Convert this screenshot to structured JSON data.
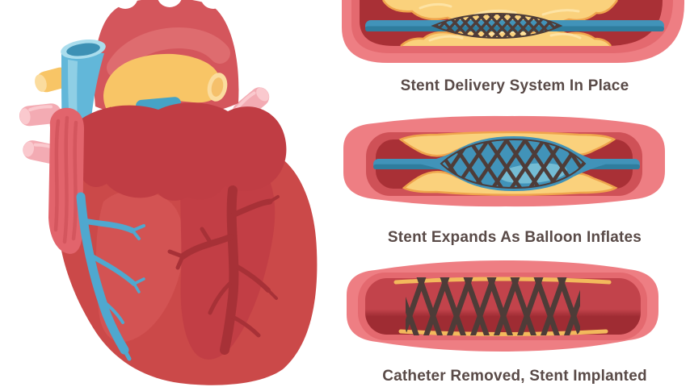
{
  "figure": {
    "type": "medical-infographic",
    "subject_left": "human heart illustration",
    "subject_right": "coronary artery stent placement stages"
  },
  "panels": [
    {
      "id": "stent-delivery",
      "caption": "Stent Delivery System In Place"
    },
    {
      "id": "stent-expands",
      "caption": "Stent Expands As Balloon Inflates"
    },
    {
      "id": "catheter-removed",
      "caption": "Catheter Removed, Stent Implanted"
    }
  ],
  "colors": {
    "background": "#ffffff",
    "captionColor": "#594a47",
    "arteryOuter": "#ee7e83",
    "arteryOuterDark": "#e4696f",
    "arteryWallRed": "#cf5157",
    "lumenDark": "#a93036",
    "lumenMid": "#c2434b",
    "lumenDeep": "#9f2c33",
    "plaque": "#fad17c",
    "plaqueLight": "#fde3a4",
    "plaqueOrange": "#efa44c",
    "plaqueDeep": "#f3b95c",
    "catheterBlue": "#4193b9",
    "catheterDark": "#2f7d9e",
    "balloonHighlight": "#74bcd4",
    "stentDark": "#4e3c38",
    "heartBody": "#cb4949",
    "heartBodyLight": "#d35353",
    "heartBodyShade": "#c23e45",
    "atriaDark": "#c03d44",
    "archRed": "#d4565c",
    "archLight": "#de6c6f",
    "appendage": "#e2646c",
    "appendageShade": "#d4565e",
    "veinDark": "#a73137",
    "veinBlue": "#4fa8cf",
    "svcBlue": "#62b7d9",
    "svcLight": "#8fcfe5",
    "svcRim": "#aadded",
    "svcInner": "#3d91b5",
    "yellow": "#f8c566",
    "yellowLight": "#fbdc9e",
    "yellowMid": "#f5c06b",
    "yellowShadow": "#e29050",
    "pink": "#f3abb3",
    "pinkLight": "#fac9ce",
    "teal": "#46a3c6"
  }
}
